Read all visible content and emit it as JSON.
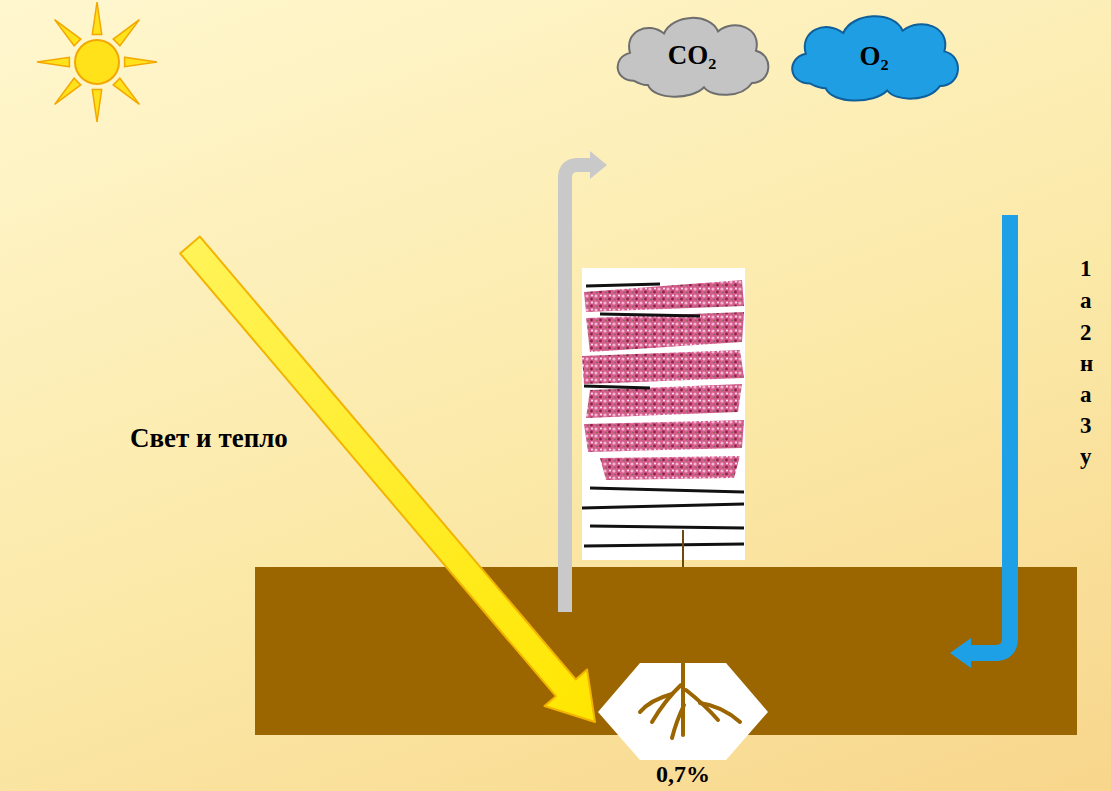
{
  "diagram": {
    "nodes": [
      {
        "text": [
          "CO₂"
        ]
      },
      {
        "text": [
          "O₂"
        ]
      }
    ],
    "labels": [
      "Свет и тепло",
      "0,7%",
      "1",
      "а",
      "2",
      "н",
      "а",
      "3",
      "у"
    ]
  }
}
